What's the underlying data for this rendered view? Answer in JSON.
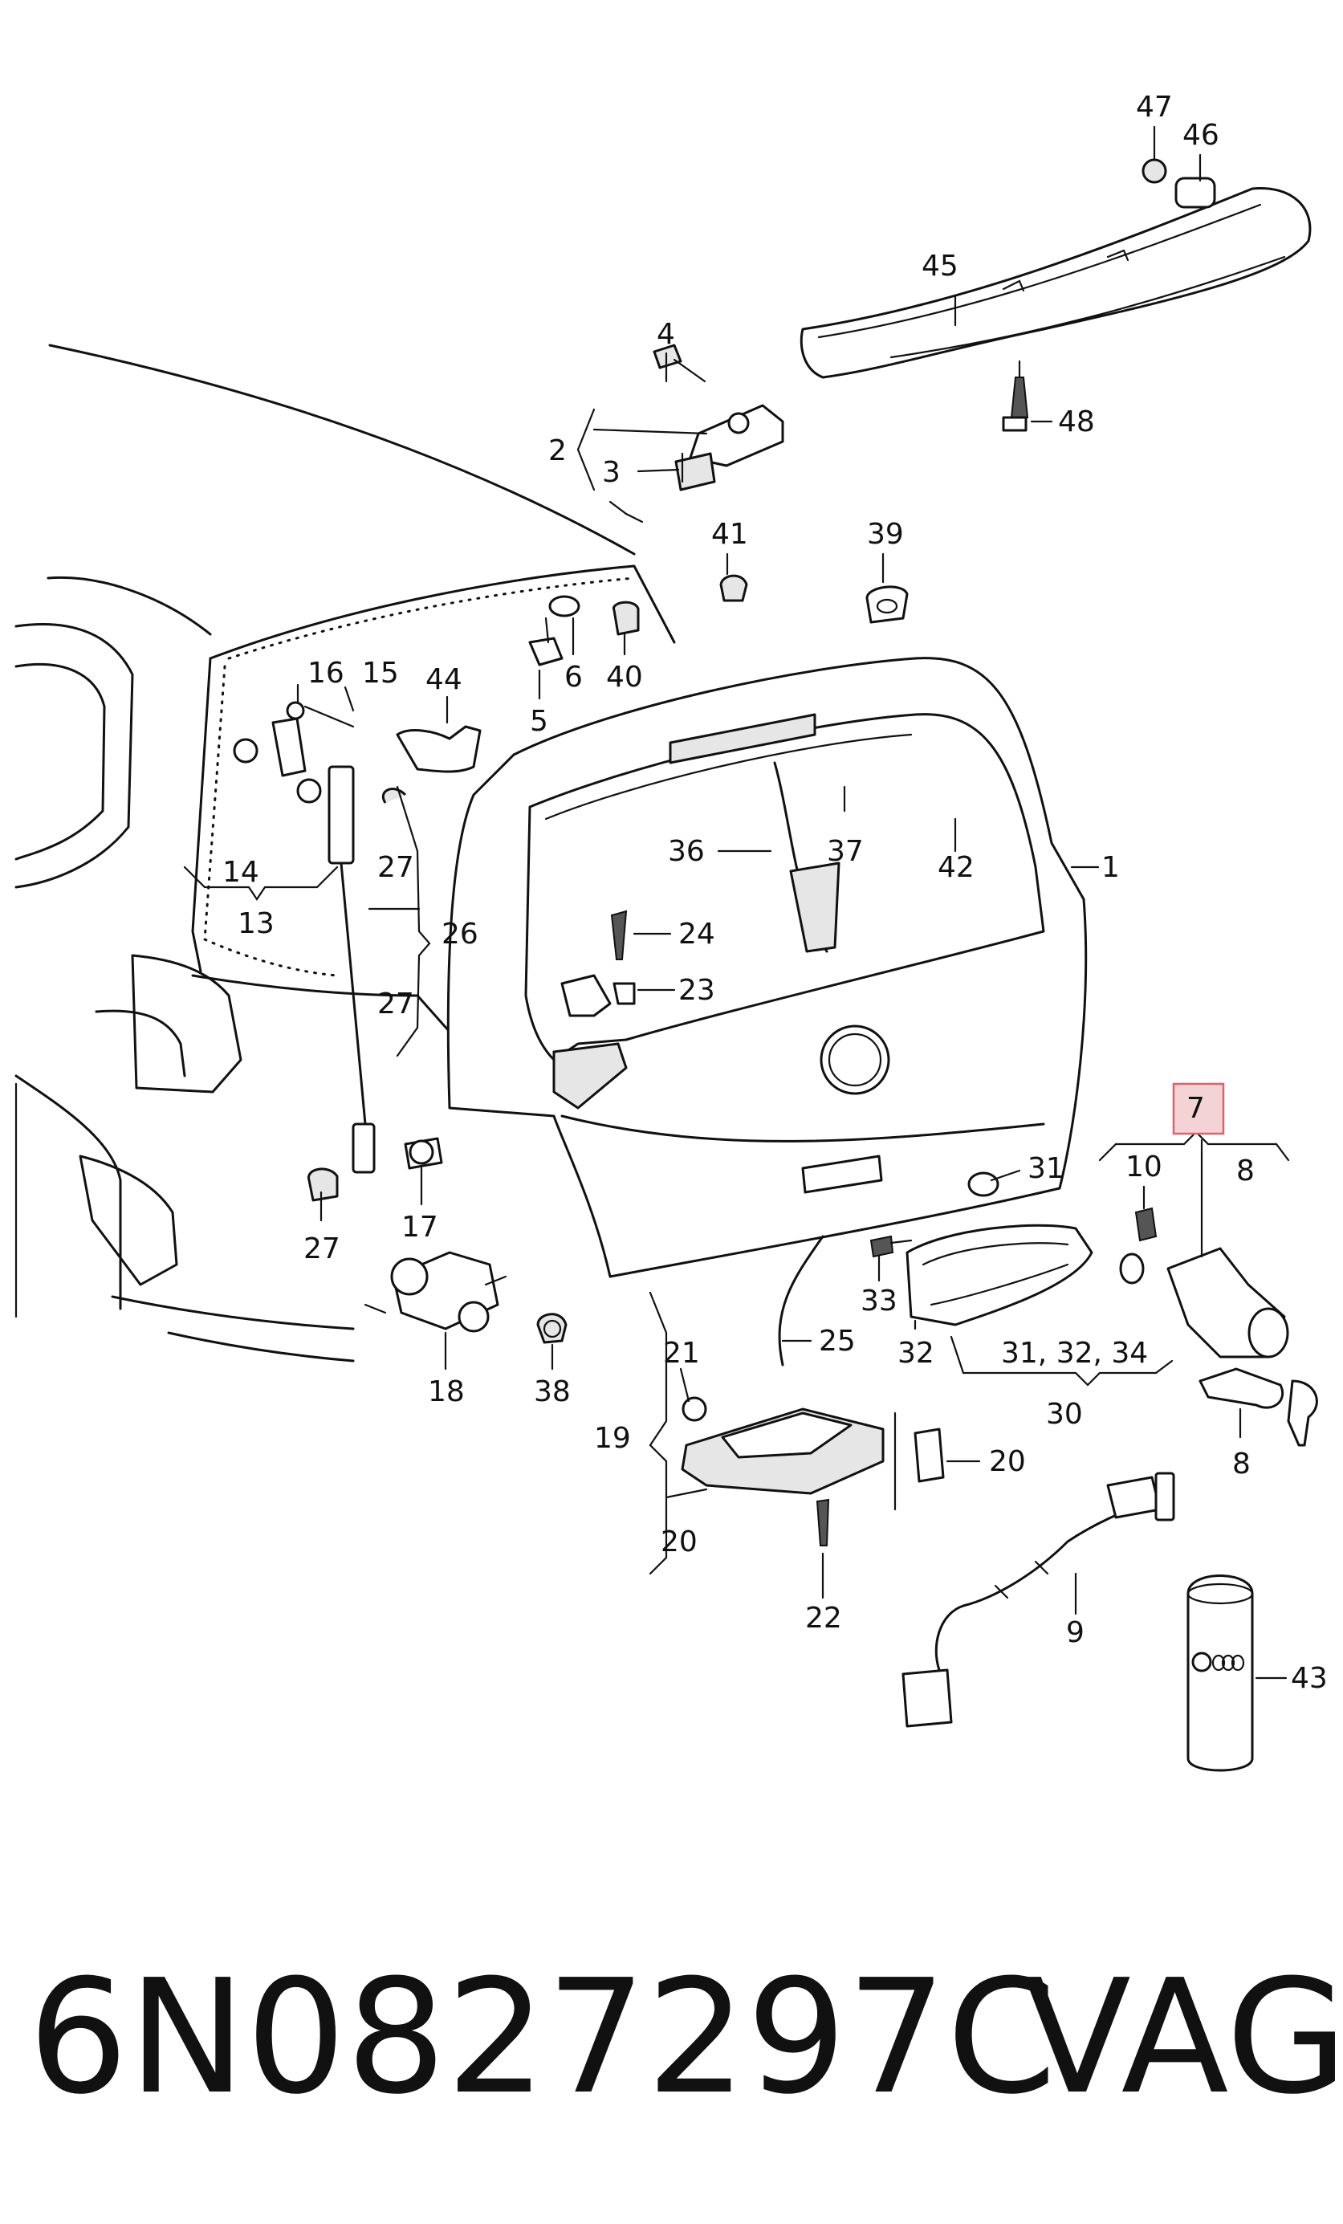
{
  "diagram": {
    "callouts": {
      "c1": "1",
      "c2": "2",
      "c3": "3",
      "c4": "4",
      "c5": "5",
      "c6": "6",
      "c7": "7",
      "c8a": "8",
      "c8b": "8",
      "c9": "9",
      "c10": "10",
      "c13": "13",
      "c14": "14",
      "c15": "15",
      "c16": "16",
      "c17": "17",
      "c18": "18",
      "c19": "19",
      "c20a": "20",
      "c20b": "20",
      "c21": "21",
      "c22": "22",
      "c23": "23",
      "c24": "24",
      "c25": "25",
      "c26": "26",
      "c27a": "27",
      "c27b": "27",
      "c27c": "27",
      "c30": "30",
      "c31": "31",
      "c31_32_34": "31, 32, 34",
      "c32": "32",
      "c33": "33",
      "c36": "36",
      "c37": "37",
      "c38": "38",
      "c39": "39",
      "c40": "40",
      "c41": "41",
      "c42": "42",
      "c43": "43",
      "c44": "44",
      "c45": "45",
      "c46": "46",
      "c47": "47",
      "c48": "48"
    },
    "highlighted_callout": "7",
    "highlight_fill": "#f3d3d5",
    "highlight_border": "#d9646c"
  },
  "footer": {
    "part_number": "6N0827297C",
    "brand": "VAG"
  }
}
